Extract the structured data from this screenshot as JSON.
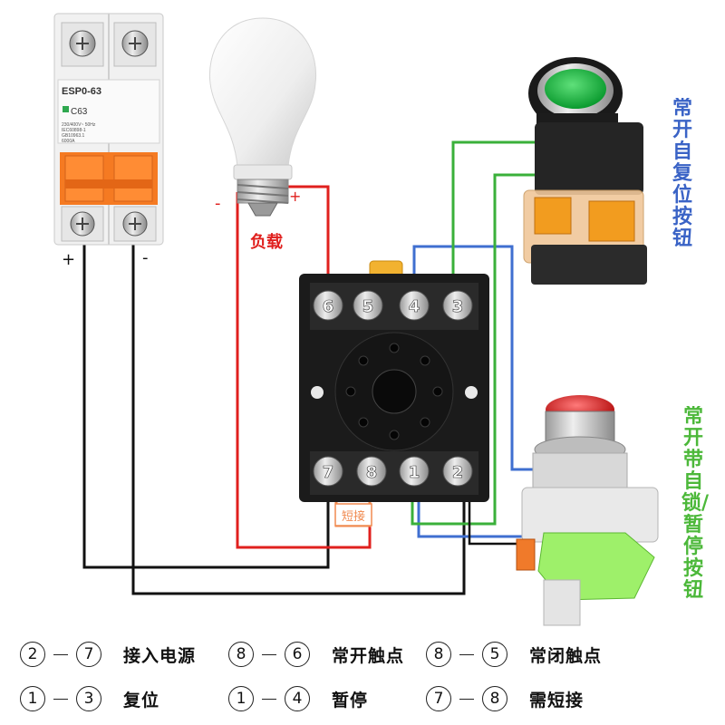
{
  "breaker": {
    "model": "ESP0-63",
    "rating": "C63",
    "spec1": "230/400V~ 50Hz",
    "spec2": "IEC60898-1",
    "spec3": "GB10963.1",
    "spec4": "6000A",
    "plus": "+",
    "minus": "-"
  },
  "bulb": {
    "minus": "-",
    "plus": "+",
    "label": "负载"
  },
  "relay_base": {
    "top_terminals": [
      "6",
      "5",
      "4",
      "3"
    ],
    "bottom_terminals": [
      "7",
      "8",
      "1",
      "2"
    ],
    "jumper_label": "短接"
  },
  "labels": {
    "momentary_button": "常开自复位按钮",
    "latching_button": "常开带自锁/暂停按钮"
  },
  "legend": [
    {
      "a": "2",
      "b": "7",
      "text": "接入电源"
    },
    {
      "a": "8",
      "b": "6",
      "text": "常开触点"
    },
    {
      "a": "8",
      "b": "5",
      "text": "常闭触点"
    },
    {
      "a": "1",
      "b": "3",
      "text": "复位"
    },
    {
      "a": "1",
      "b": "4",
      "text": "暂停"
    },
    {
      "a": "7",
      "b": "8",
      "text": "需短接"
    }
  ],
  "colors": {
    "wire_black": "#111111",
    "wire_red": "#e0201e",
    "wire_blue": "#3f6fd0",
    "wire_green": "#3ab03a",
    "jumper": "#f08a50",
    "label_blue": "#3a63c6",
    "label_green": "#4cb83a"
  }
}
